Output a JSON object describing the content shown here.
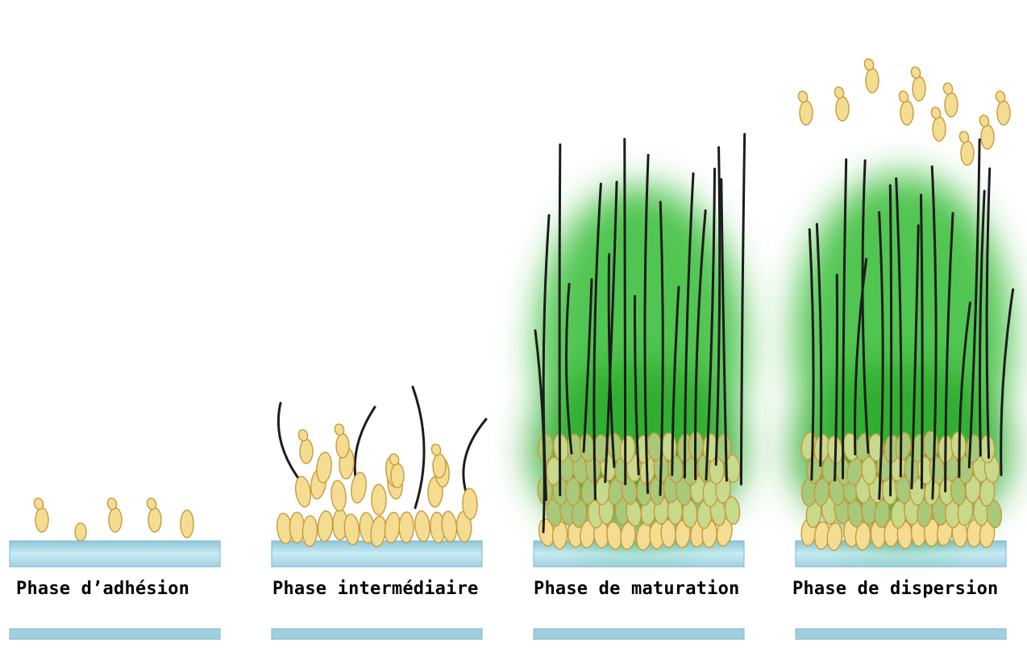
{
  "phases": [
    {
      "label": "Phase d’adhésion"
    },
    {
      "label": "Phase intermédiaire"
    },
    {
      "label": "Phase de maturation"
    },
    {
      "label": "Phase de dispersion"
    }
  ],
  "colors": {
    "substrate": "#a6d8e6",
    "substrate_edge": "#7fb4c8",
    "cell_fill": "#f4dd92",
    "cell_stroke": "#c79a3c",
    "hypha": "#1c1c1c",
    "matrix": "#2eb82e"
  }
}
